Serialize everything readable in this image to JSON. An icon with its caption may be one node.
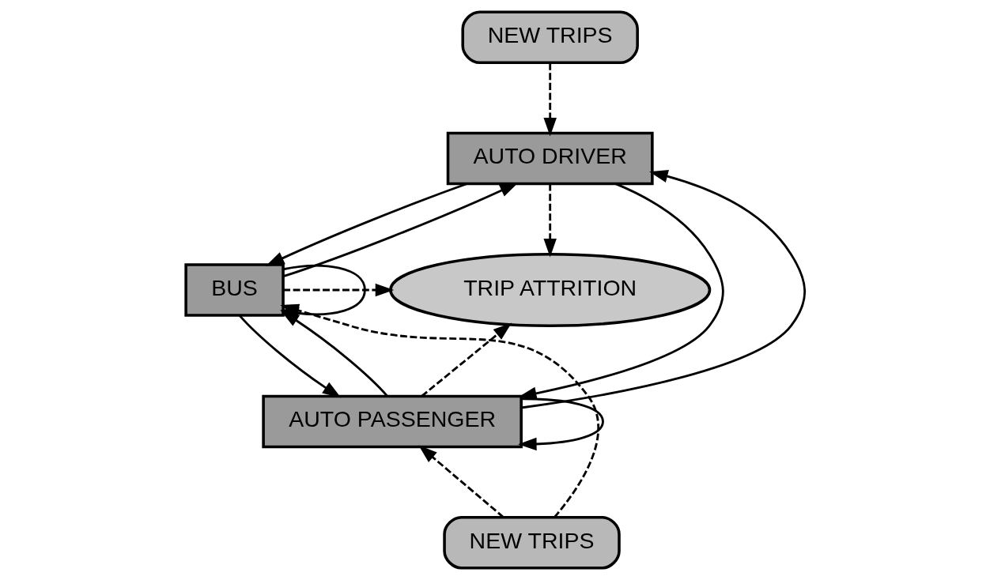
{
  "diagram": {
    "nodes": [
      {
        "text": [
          "NEW TRIPS"
        ]
      },
      {
        "text": [
          "AUTO DRIVER"
        ]
      },
      {
        "text": [
          "TRIP ATTRITION"
        ]
      },
      {
        "text": [
          "BUS"
        ]
      },
      {
        "text": [
          "AUTO PASSENGER"
        ]
      },
      {
        "text": [
          "NEW TRIPS"
        ]
      }
    ],
    "edges": [
      {
        "from": 0,
        "to": 1,
        "arrow": "to",
        "style": "dashed"
      },
      {
        "from": 1,
        "to": 2,
        "arrow": "to",
        "style": "dashed"
      },
      {
        "from": 1,
        "to": 3,
        "arrow": "to"
      },
      {
        "from": 3,
        "to": 1,
        "arrow": "to"
      },
      {
        "from": 3,
        "to": 3,
        "arrow": "to"
      },
      {
        "from": 3,
        "to": 2,
        "arrow": "to",
        "style": "dashed"
      },
      {
        "from": 1,
        "to": 4,
        "arrow": "to"
      },
      {
        "from": 4,
        "to": 1,
        "arrow": "to"
      },
      {
        "from": 4,
        "to": 2,
        "arrow": "to",
        "style": "dashed"
      },
      {
        "from": 4,
        "to": 3,
        "arrow": "to"
      },
      {
        "from": 3,
        "to": 4,
        "arrow": "to"
      },
      {
        "from": 4,
        "to": 4,
        "arrow": "to"
      },
      {
        "from": 5,
        "to": 4,
        "arrow": "to",
        "style": "dashed"
      },
      {
        "from": 5,
        "to": 3,
        "arrow": "to",
        "style": "dashed"
      }
    ]
  }
}
